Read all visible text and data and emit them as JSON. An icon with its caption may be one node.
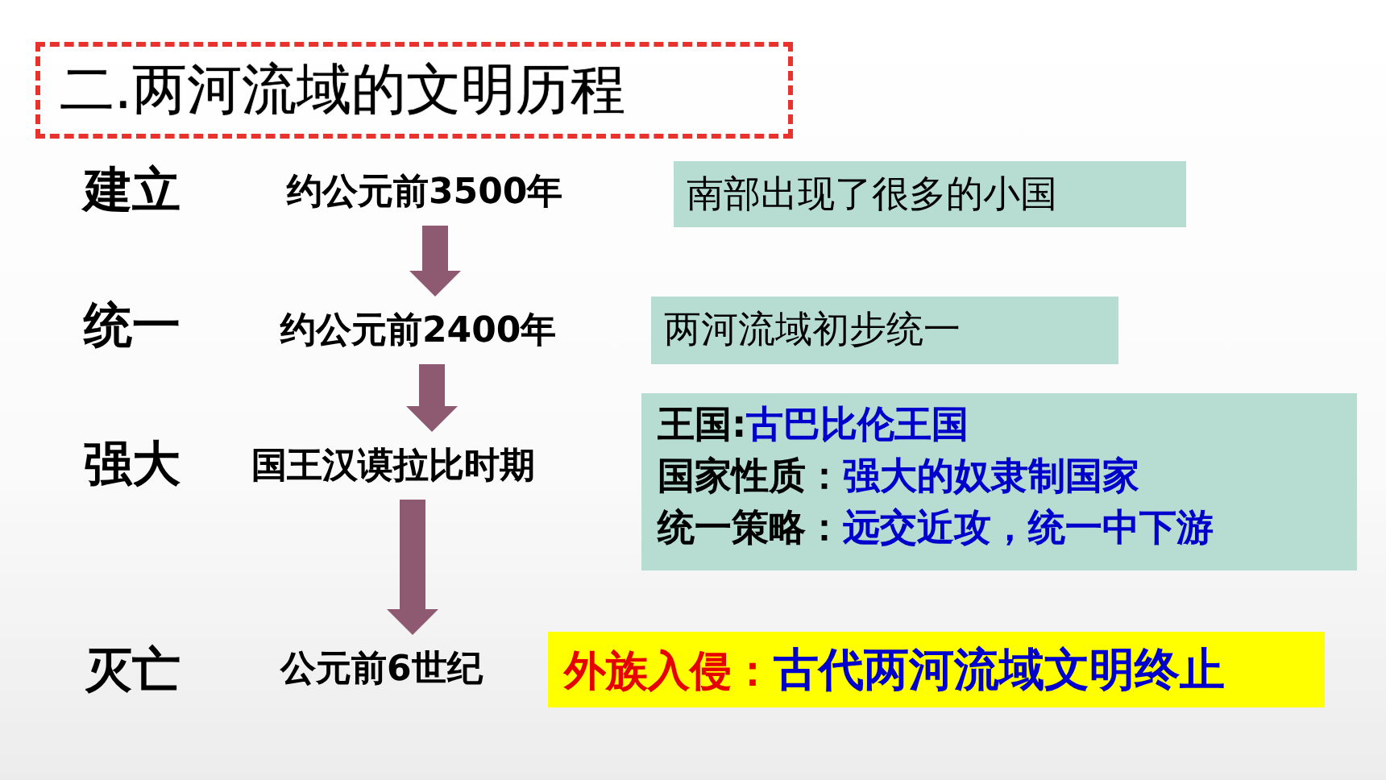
{
  "diagram": {
    "nodes": [
      {
        "text": [
          "二.两河流域的文明历程"
        ]
      },
      {
        "text": [
          "约公元前3500年"
        ]
      },
      {
        "text": [
          "约公元前2400年"
        ]
      },
      {
        "text": [
          "国王汉谟拉比时期"
        ]
      },
      {
        "text": [
          "公元前6世纪"
        ]
      },
      {
        "text": [
          "南部出现了很多的小国"
        ]
      },
      {
        "text": [
          "两河流域初步统一"
        ]
      },
      {
        "text": [
          "王国:",
          "古巴比伦王国",
          "国家性质：",
          "强大的奴隶制国家",
          "统一策略：",
          "远交近攻，统一中下游"
        ]
      },
      {
        "text": [
          "外族入侵：",
          "古代两河流域文明终止"
        ]
      }
    ],
    "edges": [
      {
        "from": 1,
        "to": 2,
        "arrow": "to"
      },
      {
        "from": 2,
        "to": 3,
        "arrow": "to"
      },
      {
        "from": 3,
        "to": 4,
        "arrow": "to"
      }
    ],
    "labels": [
      "建立",
      "统一",
      "强大",
      "灭亡"
    ]
  }
}
